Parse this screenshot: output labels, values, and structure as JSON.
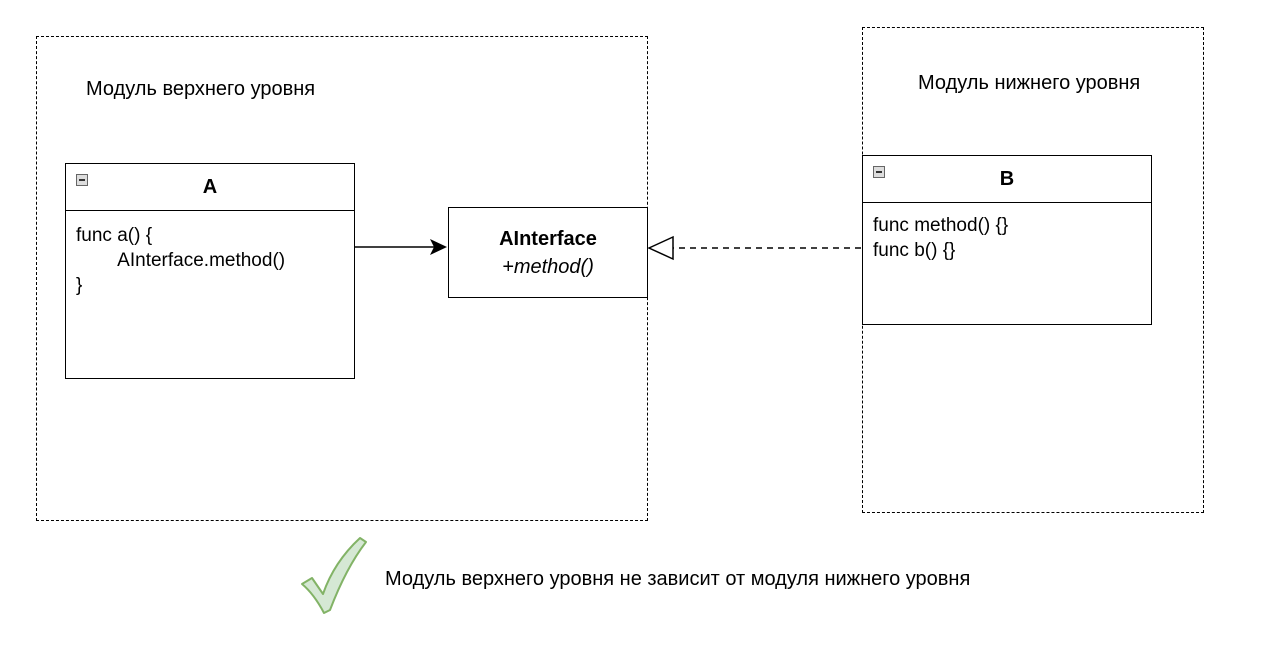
{
  "modules": {
    "high": {
      "title": "Модуль верхнего уровня"
    },
    "low": {
      "title": "Модуль нижнего уровня"
    }
  },
  "classes": {
    "a": {
      "name": "A",
      "body": "func a() {\n        AInterface.method()\n}"
    },
    "b": {
      "name": "B",
      "body": "func method() {}\nfunc b() {}"
    }
  },
  "interface": {
    "name": "AInterface",
    "method": "+method()"
  },
  "caption": "Модуль верхнего уровня не зависит от модуля нижнего уровня",
  "colors": {
    "check_fill": "#d5e8d4",
    "check_stroke": "#82b366"
  },
  "icons": {
    "collapse": "minus-square-icon",
    "check": "check-mark-icon"
  }
}
